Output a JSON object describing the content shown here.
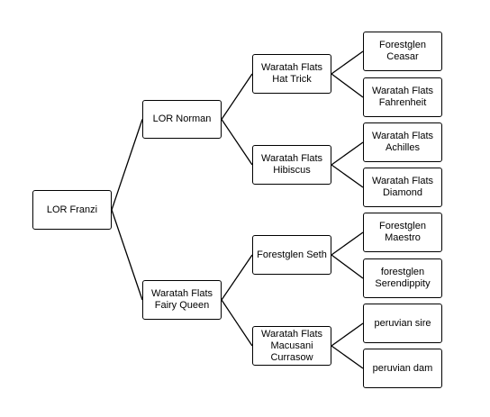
{
  "tree": {
    "name": "LOR Franzi",
    "children": [
      {
        "name": "LOR Norman",
        "children": [
          {
            "name": "Waratah Flats\nHat Trick",
            "children": [
              {
                "name": "Forestglen\nCeasar"
              },
              {
                "name": "Waratah Flats\nFahrenheit"
              }
            ]
          },
          {
            "name": "Waratah Flats\nHibiscus",
            "children": [
              {
                "name": "Waratah Flats\nAchilles"
              },
              {
                "name": "Waratah Flats\nDiamond"
              }
            ]
          }
        ]
      },
      {
        "name": "Waratah Flats\nFairy Queen",
        "children": [
          {
            "name": "Forestglen Seth",
            "children": [
              {
                "name": "Forestglen\nMaestro"
              },
              {
                "name": "forestglen\nSerendippity"
              }
            ]
          },
          {
            "name": "Waratah Flats\nMacusani\nCurrasow",
            "children": [
              {
                "name": "peruvian sire"
              },
              {
                "name": "peruvian dam"
              }
            ]
          }
        ]
      }
    ]
  },
  "colors": {
    "border": "#000000",
    "background": "#ffffff",
    "text": "#000000"
  }
}
